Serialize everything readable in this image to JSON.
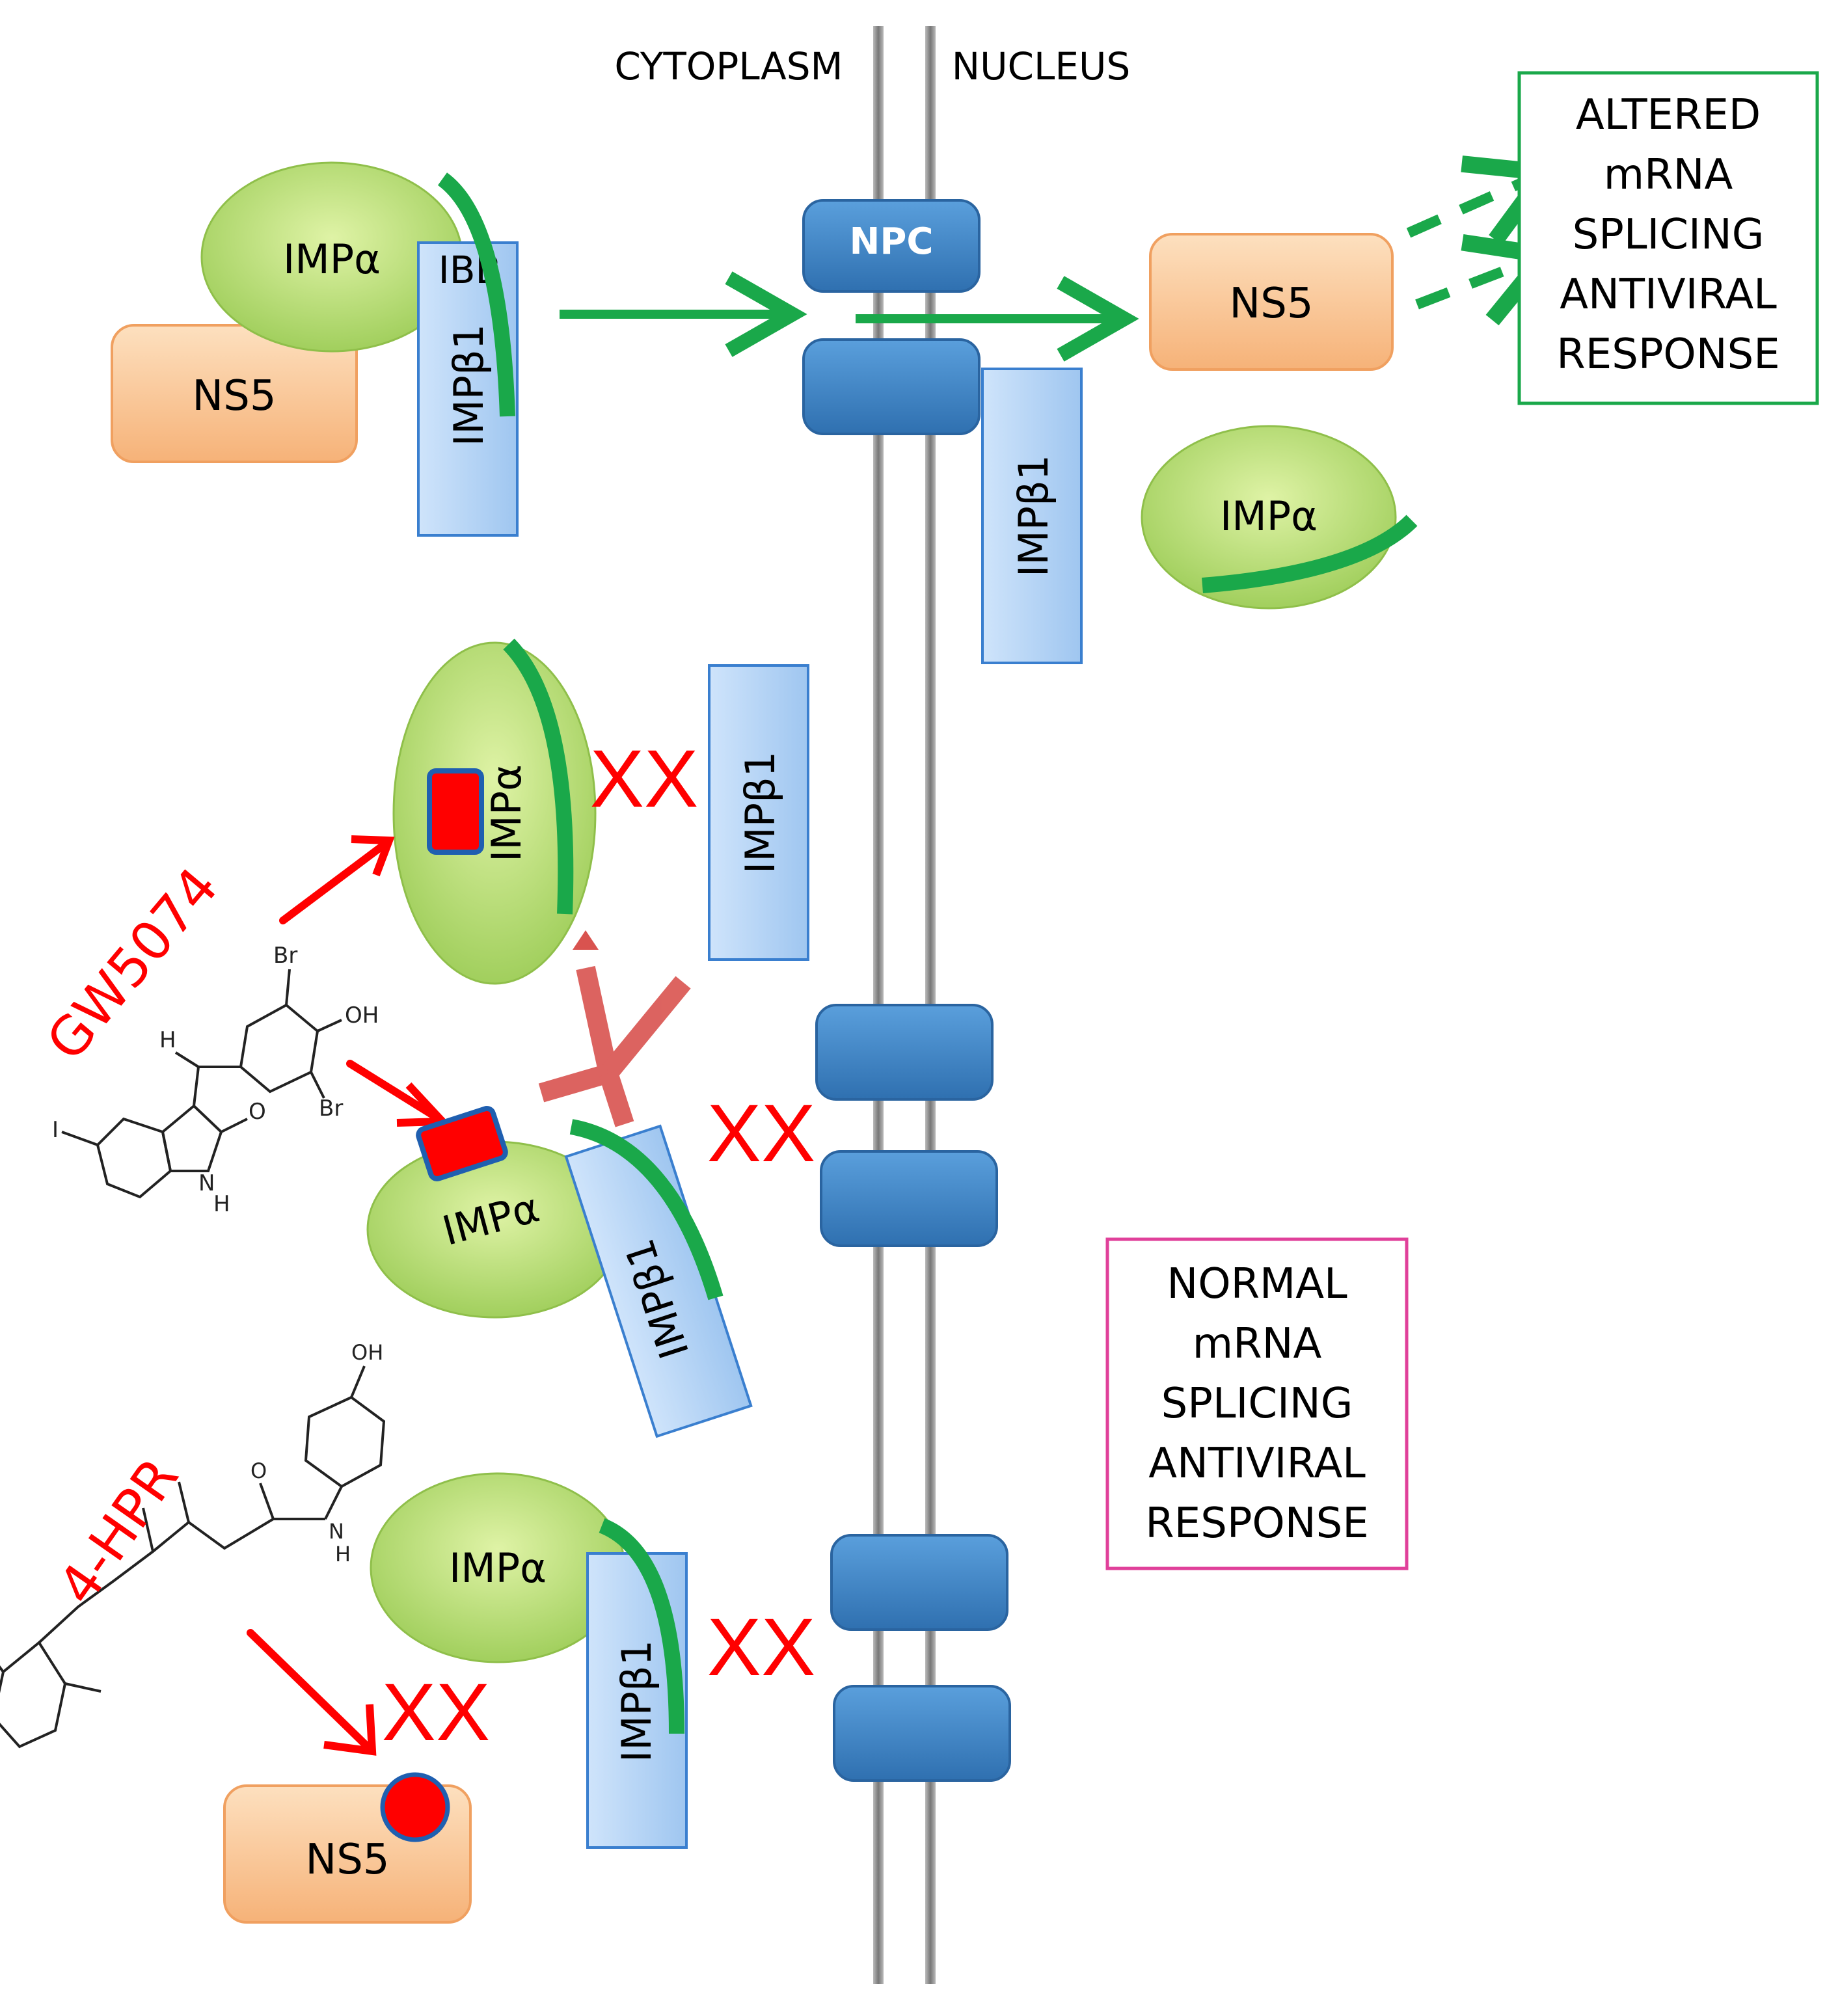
{
  "compartments": {
    "cytoplasm": "CYTOPLASM",
    "nucleus": "NUCLEUS"
  },
  "proteins": {
    "imp_alpha": "IMPα",
    "imp_beta1": "IMPβ1",
    "ibb": "IBB",
    "ns5": "NS5",
    "npc": "NPC"
  },
  "outcomes": {
    "altered": [
      "ALTERED",
      "mRNA",
      "SPLICING",
      "ANTIVIRAL",
      "RESPONSE"
    ],
    "normal": [
      "NORMAL",
      "mRNA",
      "SPLICING",
      "ANTIVIRAL",
      "RESPONSE"
    ]
  },
  "inhibitors": {
    "gw5074": "GW5074",
    "hpr": "4-HPR"
  },
  "block_mark": "XX",
  "chem_labels": {
    "br": "Br",
    "oh": "OH",
    "h": "H",
    "o": "O",
    "n": "N",
    "i": "I"
  },
  "colors": {
    "green": "#1aa84a",
    "impa_fill": "#a8d96a",
    "impb_fill": "#bcd8f6",
    "ns5_fill": "#f8c08a",
    "npc_fill": "#3f86c8",
    "red": "#ff0000",
    "altered_border": "#1aa84a",
    "normal_border": "#e0409a"
  }
}
